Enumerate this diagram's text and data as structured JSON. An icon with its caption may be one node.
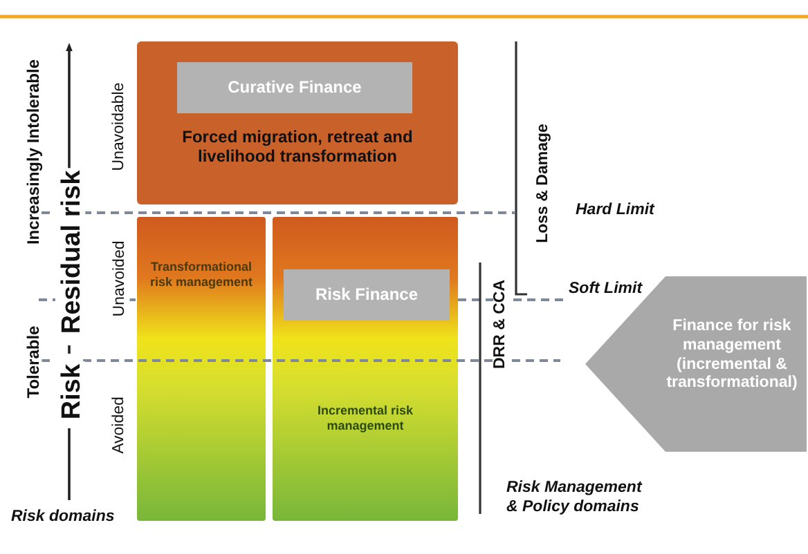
{
  "diagram": {
    "nodes": [
      {
        "text": [
          "Forced migration, retreat and livelihood transformation"
        ]
      },
      {
        "text": [
          "Curative Finance"
        ],
        "in": 0
      },
      {
        "text": [
          "Transformational risk management"
        ]
      },
      {
        "text": [
          "Incremental risk management"
        ]
      },
      {
        "text": [
          "Risk Finance"
        ],
        "in": 3
      },
      {
        "text": [
          "Finance for risk management (incremental & transformational)"
        ]
      }
    ],
    "labels": [
      "Increasingly Intolerable",
      "Tolerable",
      "Residual risk",
      "Risk",
      "Unavoidable",
      "Unavoided",
      "Avoided",
      "Loss & Damage",
      "Hard Limit",
      "Soft Limit",
      "DRR & CCA",
      "Risk domains",
      "Risk Management & Policy domains"
    ]
  }
}
